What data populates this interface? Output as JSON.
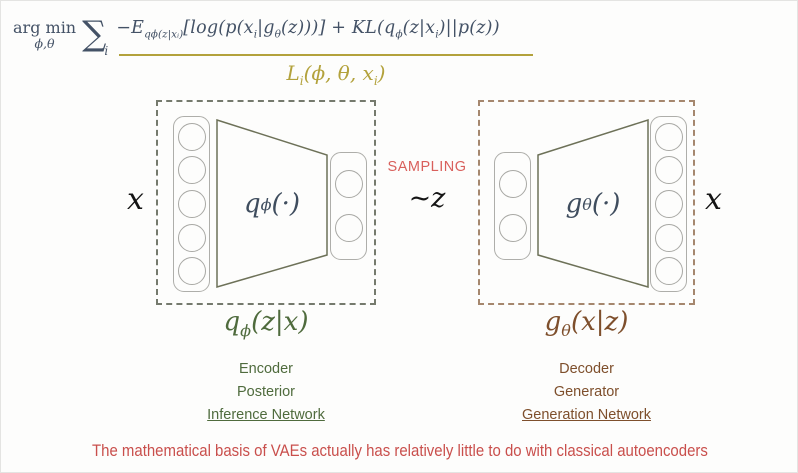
{
  "objective": {
    "argmin_top": "arg min",
    "argmin_sub": "ϕ,θ",
    "sum": "∑",
    "sum_sub": "i",
    "t1": "−E",
    "t1_sub": "qϕ(z|xᵢ)",
    "t2": "[log(p(x",
    "t2_sub": "i",
    "t3": "|g",
    "t3_sub": "θ",
    "t4": "(z)))] + KL(q",
    "t4_sub": "ϕ",
    "t5": "(z|x",
    "t5_sub": "i",
    "t6": ")||p(z))",
    "loss_base": "L",
    "loss_sub1": "i",
    "loss_mid": "(ϕ, θ, x",
    "loss_sub2": "i",
    "loss_end": ")"
  },
  "diagram": {
    "x_left": "x",
    "x_right": "x",
    "sampling_label": "SAMPLING",
    "z_label": "~z",
    "encoder": {
      "func_base": "q",
      "func_sub": "ϕ",
      "func_args": "(·)",
      "dist_base": "q",
      "dist_sub": "ϕ",
      "dist_args": "(z|x)",
      "labels": [
        "Encoder",
        "Posterior",
        "Inference Network"
      ]
    },
    "decoder": {
      "func_base": "g",
      "func_sub": "θ",
      "func_args": "(·)",
      "dist_base": "g",
      "dist_sub": "θ",
      "dist_args": "(x|z)",
      "labels": [
        "Decoder",
        "Generator",
        "Generation Network"
      ]
    }
  },
  "footer": {
    "text": "The mathematical basis of VAEs actually has relatively little to do with classical autoencoders"
  },
  "colors": {
    "formula_slate": "#445266",
    "loss_gold": "#b3a23c",
    "encoder_green": "#4f6b3d",
    "decoder_brown": "#7e4f2c",
    "sampling_red": "#d9605c",
    "footer_red": "#c94f4c",
    "encoder_border": "#757a6d",
    "decoder_border": "#a5876e"
  }
}
